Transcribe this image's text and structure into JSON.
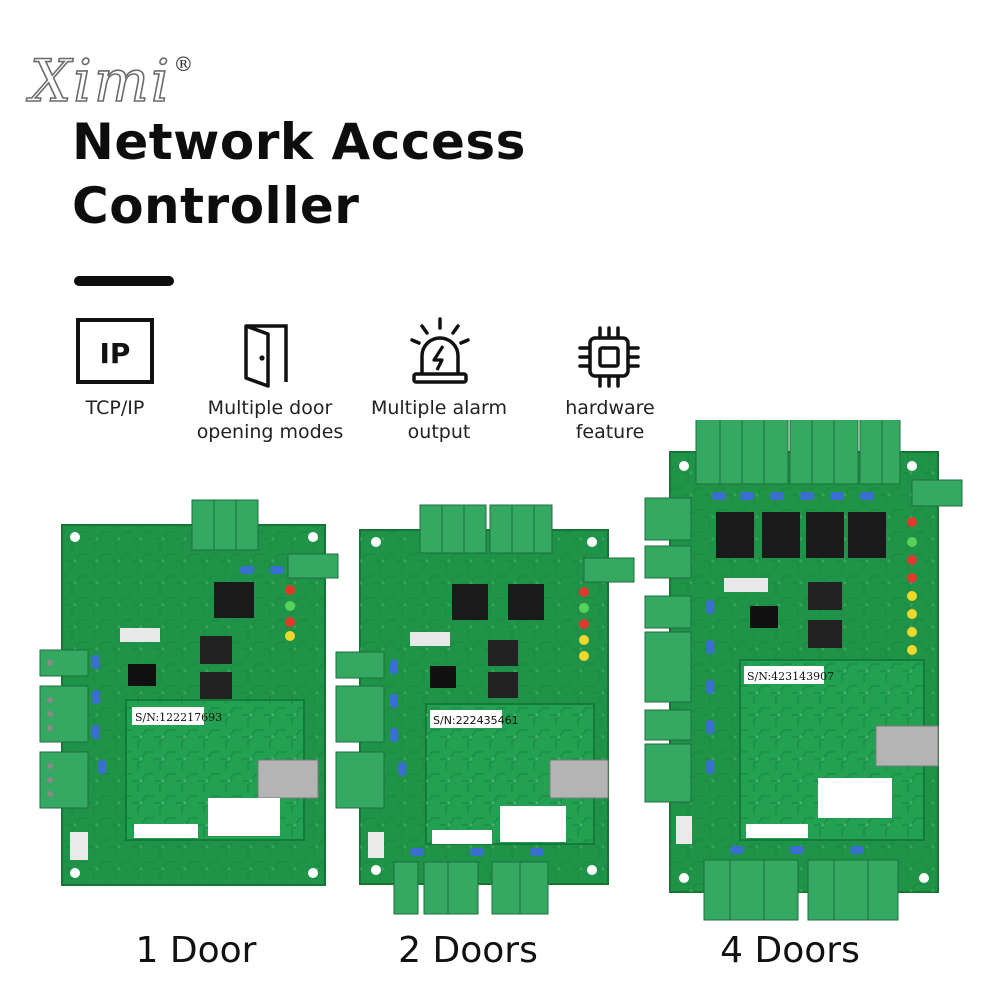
{
  "brand": {
    "logo_text": "Ximi",
    "registered_mark": "®"
  },
  "title": {
    "line1": "Network Access",
    "line2": "Controller"
  },
  "features": [
    {
      "icon": "ip-icon",
      "icon_text": "IP",
      "label": "TCP/IP"
    },
    {
      "icon": "door-icon",
      "label": "Multiple door opening modes"
    },
    {
      "icon": "alarm-icon",
      "label": "Multiple alarm output"
    },
    {
      "icon": "chip-icon",
      "label": "hardware feature"
    }
  ],
  "products": [
    {
      "caption": "1 Door",
      "serial": "S/N:122217693"
    },
    {
      "caption": "2 Doors",
      "serial": "S/N:222435461"
    },
    {
      "caption": "4 Doors",
      "serial": "S/N:423143907"
    }
  ],
  "colors": {
    "board": "#1f9448",
    "terminal": "#35a862",
    "text": "#0d0d0d"
  }
}
